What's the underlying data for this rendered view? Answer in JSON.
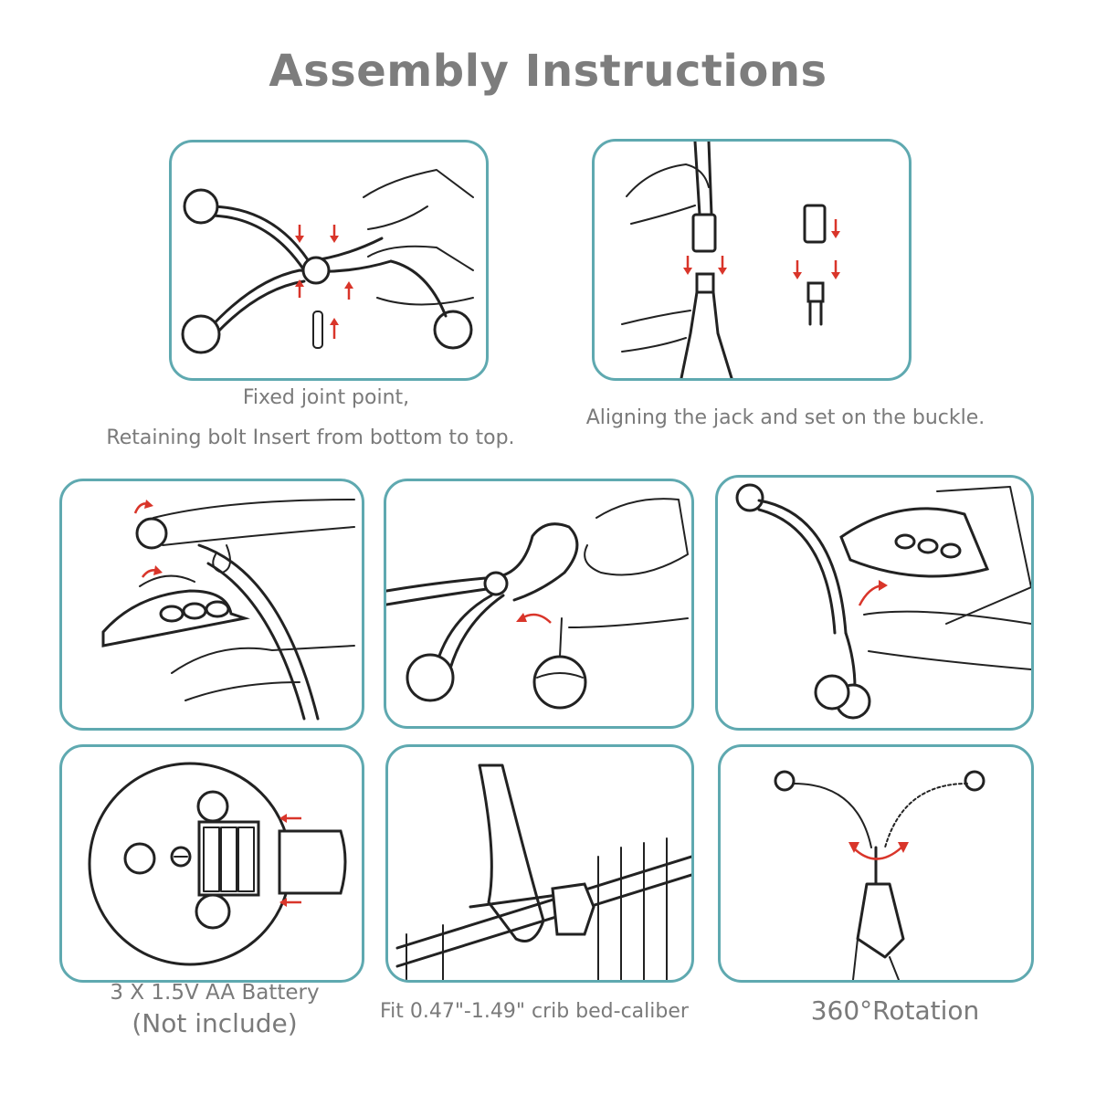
{
  "title": "Assembly Instructions",
  "captions": {
    "step1_line1": "Fixed joint point,",
    "step1_line2": "Retaining bolt Insert from bottom to top.",
    "step2": "Aligning the jack and set on the buckle.",
    "battery_line1": "3 X 1.5V AA Battery",
    "battery_line2": "(Not include)",
    "crib": "Fit 0.47\"-1.49\" crib bed-caliber",
    "rotation": "360°Rotation"
  },
  "colors": {
    "panel_border": "#5fa9b0",
    "arrow": "#d9352a",
    "line": "#222222"
  }
}
